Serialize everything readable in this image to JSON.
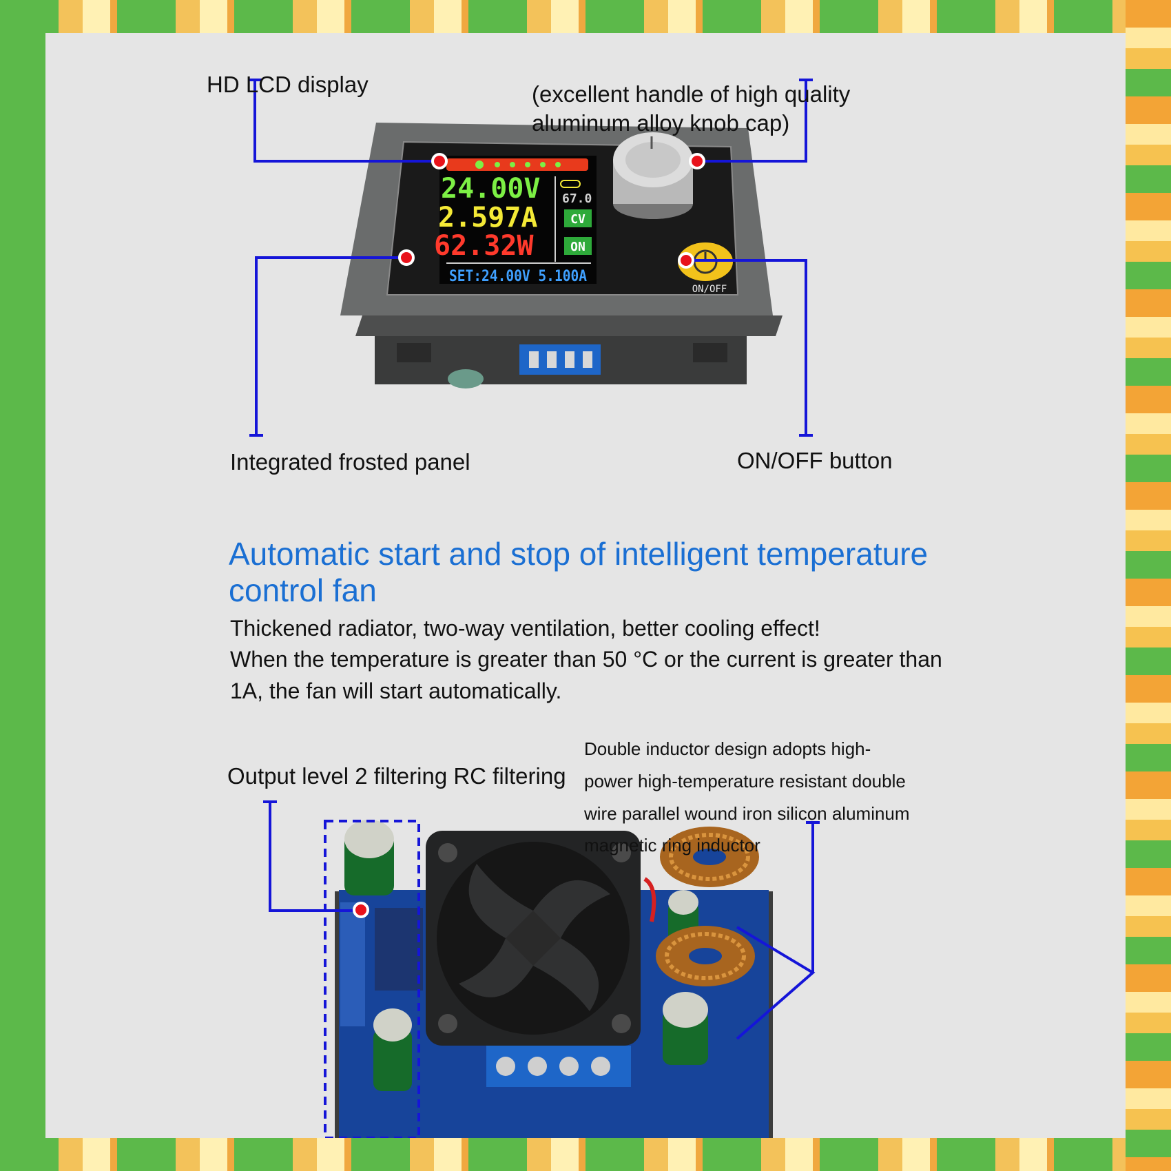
{
  "callouts": {
    "lcd": "HD LCD display",
    "knob_line1": "(excellent handle of high quality",
    "knob_line2": "aluminum alloy knob cap)",
    "panel": "Integrated frosted panel",
    "onoff": "ON/OFF button",
    "filter": "Output level 2 filtering RC filtering",
    "inductor": "Double inductor design adopts high-power high-temperature resistant double wire parallel wound iron silicon aluminum magnetic ring inductor"
  },
  "device": {
    "voltage": "24.00V",
    "current": "2.597A",
    "power": "62.32W",
    "set_line": "SET:24.00V 5.100A",
    "temperature": "67.0",
    "mode": "CV",
    "state": "ON",
    "button_label": "ON/OFF",
    "screen_colors": {
      "voltage": "#7df045",
      "current": "#f4e936",
      "power": "#ff3a2c",
      "set": "#3fa0ff"
    }
  },
  "feature": {
    "heading": "Automatic start and stop of intelligent temperature control fan",
    "line1": "Thickened radiator, two-way ventilation, better cooling effect!",
    "line2": "When the temperature is greater than 50 °C or the current is greater than 1A, the fan will start automatically."
  },
  "colors": {
    "accent": "#1a6fd3",
    "callout_line": "#1515d8",
    "marker": "#e8121b"
  }
}
